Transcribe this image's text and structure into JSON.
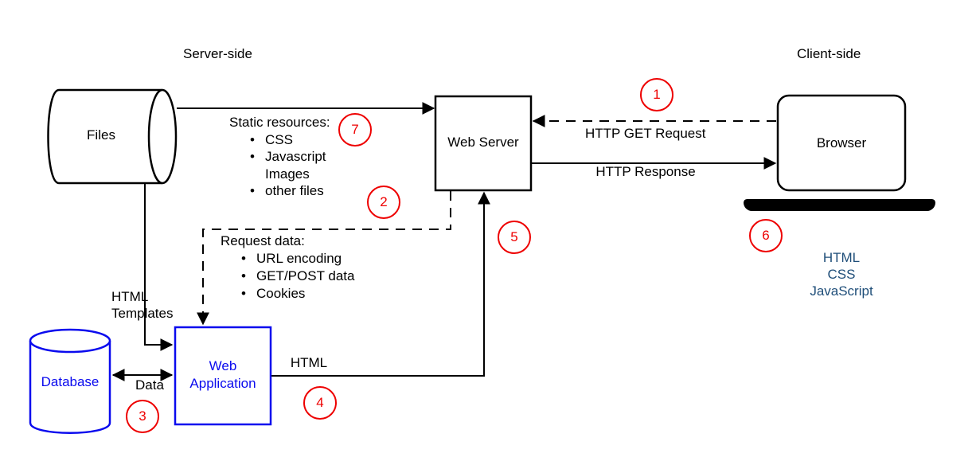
{
  "regions": {
    "server_side": "Server-side",
    "client_side": "Client-side"
  },
  "nodes": {
    "files": {
      "label": "Files"
    },
    "web_server": {
      "label": "Web Server"
    },
    "browser": {
      "label": "Browser"
    },
    "database": {
      "label": "Database"
    },
    "web_application": {
      "label": "Web Application"
    }
  },
  "edges": {
    "static_resources": {
      "title": "Static resources:",
      "items": [
        {
          "bullet": "•",
          "text": "CSS"
        },
        {
          "bullet": "•",
          "text": "Javascript"
        },
        {
          "bullet": "",
          "text": "Images"
        },
        {
          "bullet": "•",
          "text": "other files"
        }
      ]
    },
    "http_get_request": {
      "label": "HTTP GET Request"
    },
    "http_response": {
      "label": "HTTP Response"
    },
    "request_data": {
      "title": "Request data:",
      "items": [
        {
          "bullet": "•",
          "text": "URL encoding"
        },
        {
          "bullet": "•",
          "text": "GET/POST data"
        },
        {
          "bullet": "•",
          "text": "Cookies"
        }
      ]
    },
    "html_templates": {
      "label": "HTML Templates"
    },
    "data": {
      "label": "Data"
    },
    "html": {
      "label": "HTML"
    }
  },
  "client_output": {
    "items": [
      "HTML",
      "CSS",
      "JavaScript"
    ]
  },
  "callouts": [
    "1",
    "2",
    "3",
    "4",
    "5",
    "6",
    "7"
  ],
  "colors": {
    "shape_blue": "#0a0aee",
    "client_output_navy": "#1f4e79",
    "callout_red": "#ee0000",
    "line_black": "#000000"
  }
}
